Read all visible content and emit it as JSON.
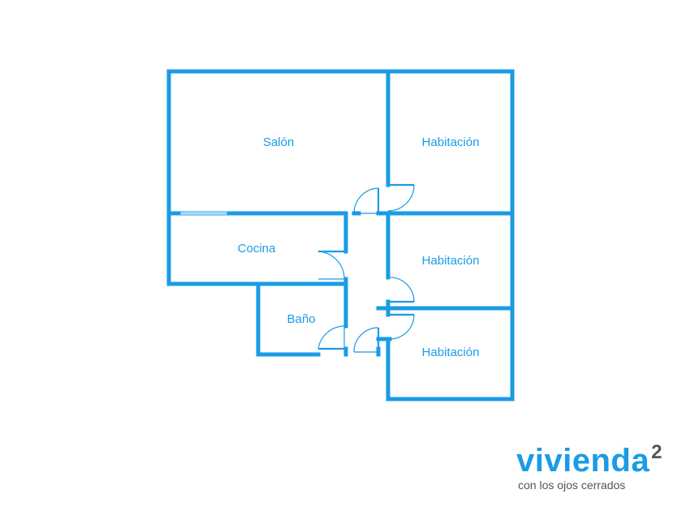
{
  "floorplan": {
    "wall_color": "#1a9be6",
    "rooms": {
      "salon": "Salón",
      "habitacion_1": "Habitación",
      "cocina": "Cocina",
      "habitacion_2": "Habitación",
      "bano": "Baño",
      "habitacion_3": "Habitación"
    }
  },
  "brand": {
    "name": "vivienda",
    "superscript": "2",
    "tagline": "con los ojos cerrados",
    "color": "#1a9be6"
  }
}
